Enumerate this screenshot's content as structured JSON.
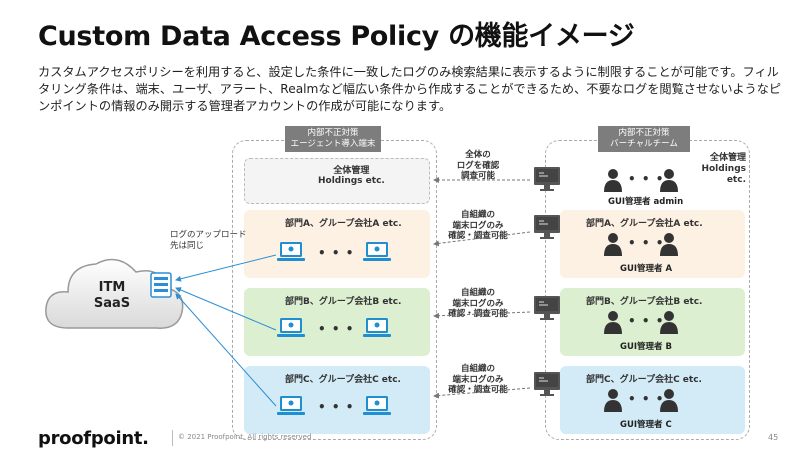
{
  "title": "Custom Data Access Policy の機能イメージ",
  "description": "カスタムアクセスポリシーを利用すると、設定した条件に一致したログのみ検索結果に表示するように制限することが可能です。フィルタリング条件は、端末、ユーザ、アラート、Realmなど幅広い条件から作成することができるため、不要なログを閲覧させないようなピンポイントの情報のみ開示する管理者アカウントの作成が可能になります。",
  "left_group": {
    "tag_line1": "内部不正対策",
    "tag_line2": "エージェント導入端末"
  },
  "right_group": {
    "tag_line1": "内部不正対策",
    "tag_line2": "バーチャルチーム"
  },
  "cloud": {
    "line1": "ITM",
    "line2": "SaaS"
  },
  "upload_note": "ログのアップロード先は同じ",
  "left_bands": [
    {
      "label": "全体管理",
      "label2": "Holdings etc."
    },
    {
      "label": "部門A、グループ会社A etc."
    },
    {
      "label": "部門B、グループ会社B etc."
    },
    {
      "label": "部門C、グループ会社C etc."
    }
  ],
  "right_bands": [
    {
      "label": "全体管理",
      "label2": "Holdings etc.",
      "admin": "GUI管理者 admin"
    },
    {
      "label": "部門A、グループ会社A etc.",
      "admin": "GUI管理者 A"
    },
    {
      "label": "部門B、グループ会社B etc.",
      "admin": "GUI管理者 B"
    },
    {
      "label": "部門C、グループ会社C etc.",
      "admin": "GUI管理者 C"
    }
  ],
  "mid_labels": [
    {
      "l1": "全体の",
      "l2": "ログを確認",
      "l3": "調査可能"
    },
    {
      "l1": "自組織の",
      "l2": "端末ログのみ",
      "l3": "確認・調査可能"
    },
    {
      "l1": "自組織の",
      "l2": "端末ログのみ",
      "l3": "確認・調査可能"
    },
    {
      "l1": "自組織の",
      "l2": "端末ログのみ",
      "l3": "確認・調査可能"
    }
  ],
  "dots": "• • •",
  "footer": {
    "logo": "proofpoint.",
    "copyright": "© 2021 Proofpoint. All rights reserved",
    "page": "45"
  },
  "colors": {
    "arrow_blue": "#2a8fd6",
    "arrow_gray": "#777777",
    "tag_gray": "#7d7d7d"
  }
}
